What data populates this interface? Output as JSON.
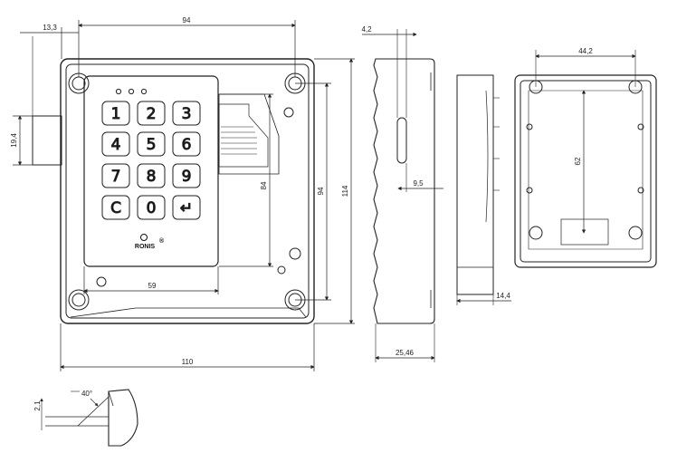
{
  "keypad": {
    "keys": [
      "1",
      "2",
      "3",
      "4",
      "5",
      "6",
      "7",
      "8",
      "9",
      "C",
      "0",
      "↵"
    ],
    "brand": "RONIS",
    "trademark": "®"
  },
  "dimensions": {
    "front_width_top": "94",
    "bolt_offset": "13,3",
    "bolt_height": "19,4",
    "keypad_height": "84",
    "screw_spacing_v": "94",
    "total_height": "114",
    "keypad_width": "59",
    "total_width": "110",
    "side_offset": "4,2",
    "side_slot": "9,5",
    "side_depth": "25,46",
    "plate_depth": "14,4",
    "back_width": "44,2",
    "back_height": "62",
    "bolt_taper_height": "2,1",
    "bolt_angle": "40°"
  }
}
